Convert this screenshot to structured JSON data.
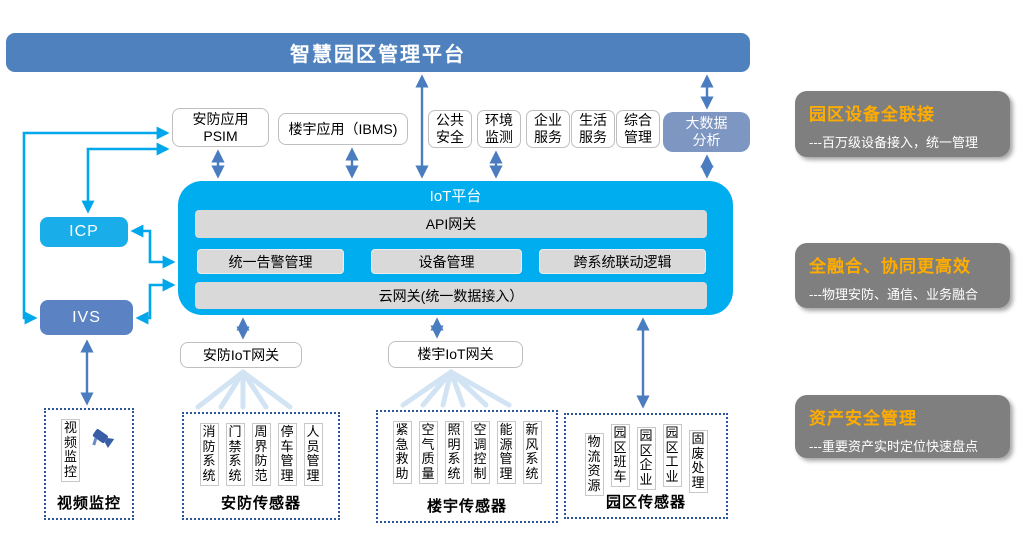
{
  "title_bar": {
    "label": "智慧园区管理平台"
  },
  "colors": {
    "banner_blue": "#4E81BD",
    "platform_cyan": "#00AEEF",
    "icp_cyan": "#19ADEA",
    "ivs_blue": "#5B83C4",
    "bigdata_blue": "#7E96C2",
    "module_gray": "#D9D9D9",
    "panel_gray": "#7F7F7F",
    "benefit_orange": "#FFAC00",
    "arrow_steel_blue": "#4A7CC0",
    "arrow_cyan": "#00A7EA",
    "dashed_border_blue": "#2B579A"
  },
  "apps": {
    "psim": "安防应用\nPSIM",
    "ibms": "楼宇应用（IBMS)",
    "small": [
      "公共\n安全",
      "环境\n监测",
      "企业\n服务",
      "生活\n服务",
      "综合\n管理"
    ],
    "bigdata": "大数据\n分析"
  },
  "platform": {
    "title": "IoT平台",
    "api_gateway": "API网关",
    "modules": [
      "统一告警管理",
      "设备管理",
      "跨系统联动逻辑"
    ],
    "cloud_gateway": "云网关(统一数据接入）"
  },
  "left": {
    "icp": "ICP",
    "ivs": "IVS"
  },
  "gateways": {
    "security": "安防IoT网关",
    "building": "楼宇IoT网关"
  },
  "sensors": {
    "video": {
      "column": "视频监控",
      "label": "视频监控",
      "icon": "camera-icon"
    },
    "security": {
      "items": [
        "消防系统",
        "门禁系统",
        "周界防范",
        "停车管理",
        "人员管理"
      ],
      "label": "安防传感器"
    },
    "building": {
      "items": [
        "紧急救助",
        "空气质量",
        "照明系统",
        "空调控制",
        "能源管理",
        "新风系统"
      ],
      "label": "楼宇传感器"
    },
    "park": {
      "items": [
        "物流资源",
        "园区班车",
        "园区企业",
        "园区工业",
        "固废处理"
      ],
      "label": "园区传感器"
    }
  },
  "benefits": [
    {
      "title": "园区设备全联接",
      "desc": "---百万级设备接入，统一管理"
    },
    {
      "title": "全融合、协同更高效",
      "desc": "---物理安防、通信、业务融合"
    },
    {
      "title": "资产安全管理",
      "desc": "---重要资产实时定位快速盘点"
    }
  ]
}
